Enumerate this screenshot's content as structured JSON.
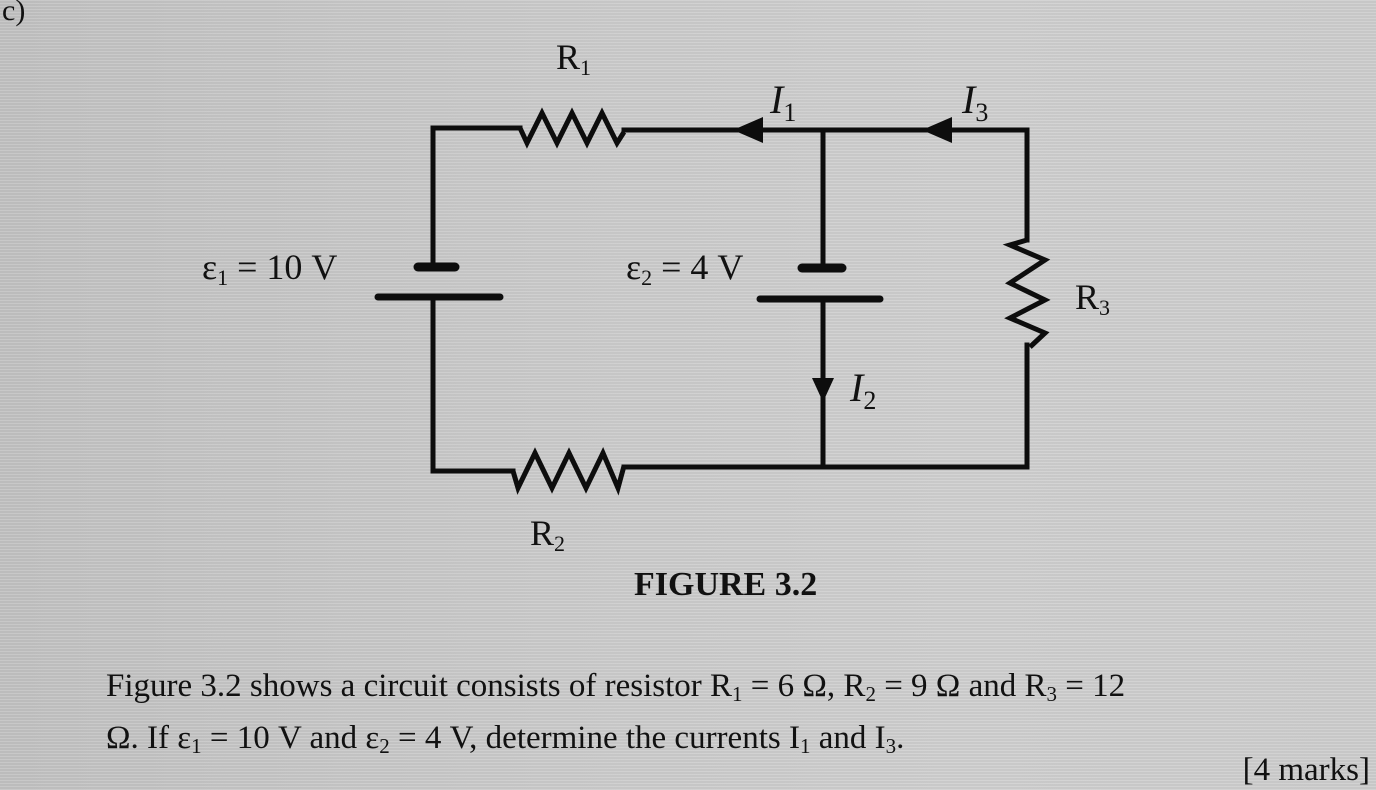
{
  "section_label": "c)",
  "figure": {
    "caption": "FIGURE 3.2",
    "components": {
      "r1": {
        "symbol": "R",
        "sub": "1"
      },
      "r2": {
        "symbol": "R",
        "sub": "2"
      },
      "r3": {
        "symbol": "R",
        "sub": "3"
      },
      "emf1": {
        "symbol": "ε",
        "sub": "1",
        "value_text": " = 10 V"
      },
      "emf2": {
        "symbol": "ε",
        "sub": "2",
        "value_text": " = 4 V"
      }
    },
    "currents": {
      "i1": {
        "symbol": "I",
        "sub": "1",
        "direction": "left"
      },
      "i2": {
        "symbol": "I",
        "sub": "2",
        "direction": "down"
      },
      "i3": {
        "symbol": "I",
        "sub": "3",
        "direction": "left"
      }
    }
  },
  "question": {
    "line1": {
      "t1": "Figure 3.2 shows a circuit consists of resistor R",
      "s1": "1",
      "t2": " = 6 Ω, R",
      "s2": "2",
      "t3": " = 9 Ω and R",
      "s3": "3",
      "t4": " = 12"
    },
    "line2": {
      "t1": "Ω. If ε",
      "s1": "1",
      "t2": " = 10 V and ε",
      "s2": "2",
      "t3": " = 4 V, determine the currents I",
      "s3": "1",
      "t4": " and I",
      "s4": "3",
      "t5": "."
    },
    "marks": "[4 marks]"
  }
}
